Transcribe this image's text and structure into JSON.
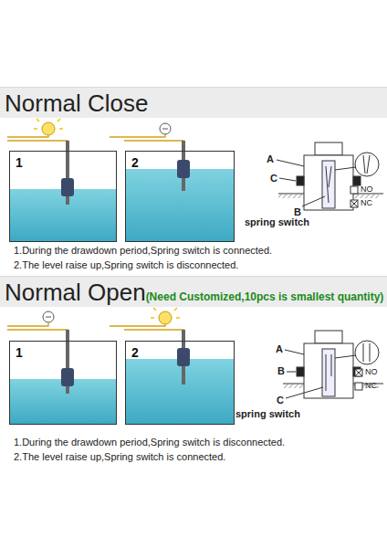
{
  "diagram": {
    "nodes": [
      {
        "text": [
          "Normal Close"
        ]
      },
      {
        "text": [
          "1"
        ]
      },
      {
        "text": [
          "2"
        ]
      },
      {
        "text": [
          "Normal Open",
          "(Need Customized,10pcs is smallest quantity)"
        ]
      },
      {
        "text": [
          "1"
        ]
      },
      {
        "text": [
          "2"
        ]
      }
    ],
    "labels": [
      "A",
      "C",
      "B",
      "NO",
      "NC",
      "spring switch",
      "1.During the drawdown period,Spring switch is connected.",
      "2.The level raise up,Spring switch is disconnected.",
      "A",
      "B",
      "C",
      "NO",
      "NC",
      "spring switch",
      "1.During the drawdown period,Spring switch is disconnected.",
      "2.The level raise up,Spring switch is connected."
    ]
  }
}
